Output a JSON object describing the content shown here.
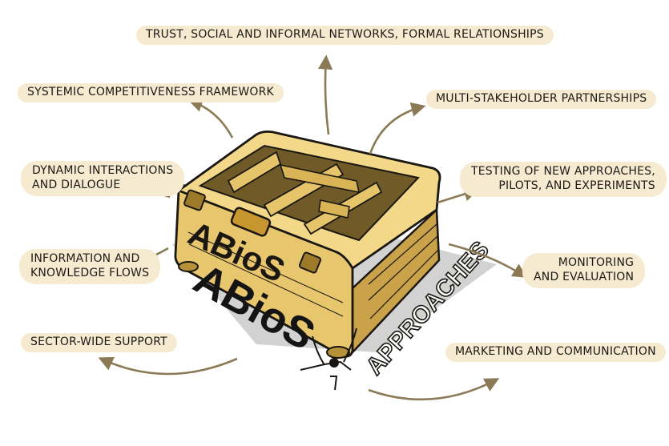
{
  "labels": {
    "trust": "TRUST, SOCIAL AND INFORMAL NETWORKS, FORMAL RELATIONSHIPS",
    "systemic": "SYSTEMIC COMPETITIVENESS FRAMEWORK",
    "multi": "MULTI-STAKEHOLDER PARTNERSHIPS",
    "dynamic_line1": "DYNAMIC INTERACTIONS",
    "dynamic_line2": "AND DIALOGUE",
    "testing_line1": "TESTING OF NEW APPROACHES,",
    "testing_line2": "PILOTS, AND EXPERIMENTS",
    "info_line1": "INFORMATION AND",
    "info_line2": "KNOWLEDGE FLOWS",
    "monitoring_line1": "MONITORING",
    "monitoring_line2": "AND EVALUATION",
    "sector": "SECTOR-WIDE SUPPORT",
    "marketing": "MARKETING AND COMMUNICATION"
  },
  "box": {
    "front_text": "ABioS",
    "shadow_text": "ABioS",
    "side_text": "APPROACHES"
  },
  "colors": {
    "label_bg": "#f6ead0",
    "arrow": "#8b7a55",
    "box_fill": "#e8c66d",
    "box_dark": "#b8923a",
    "outline": "#1a1712",
    "shadow": "#cfcfcf"
  }
}
